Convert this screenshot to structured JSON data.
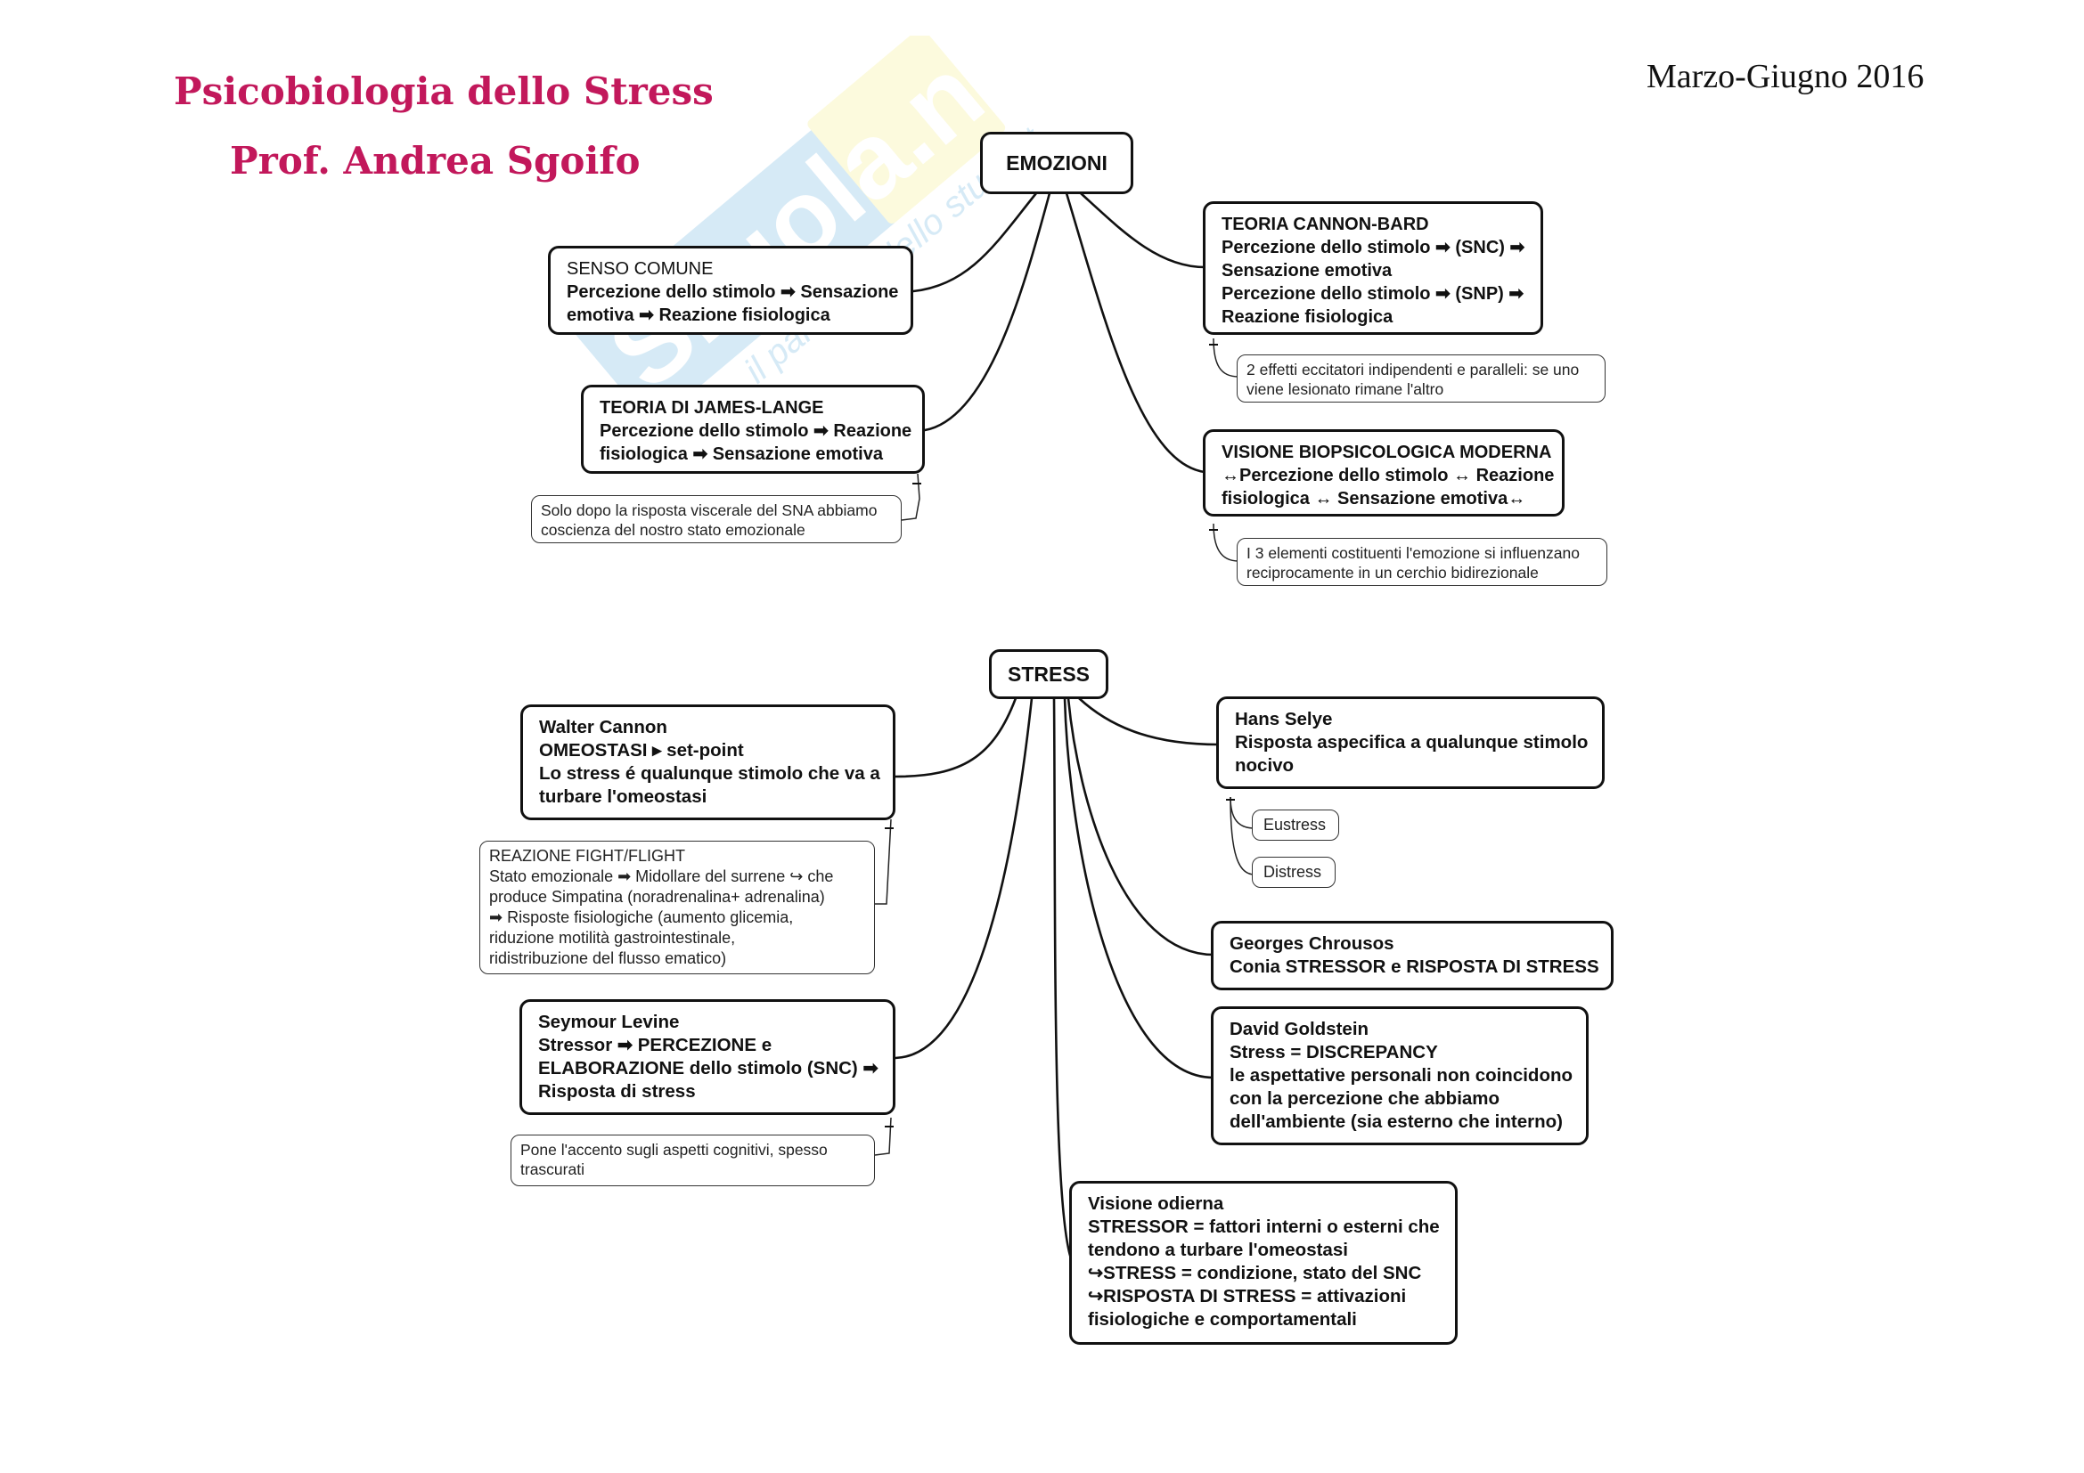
{
  "header": {
    "course_title": "Psicobiologia dello Stress",
    "professor": "Prof. Andrea Sgoifo",
    "period": "Marzo-Giugno 2016"
  },
  "watermark": {
    "brand": "Skuola.net",
    "tagline": "il paradiso dello studente",
    "colors": {
      "blue": "#4aa3d8",
      "yellow": "#f5e96a"
    }
  },
  "colors": {
    "title": "#c2185b",
    "border": "#111111",
    "text": "#111111"
  },
  "emozioni": {
    "root": "EMOZIONI",
    "nodes": [
      {
        "id": "senso-comune",
        "lines": [
          "SENSO COMUNE",
          "Percezione dello stimolo ➡ Sensazione",
          "emotiva ➡ Reazione fisiologica"
        ]
      },
      {
        "id": "james-lange",
        "lines": [
          "TEORIA DI JAMES-LANGE",
          "Percezione dello stimolo ➡ Reazione",
          "fisiologica ➡ Sensazione emotiva"
        ],
        "note": [
          "Solo dopo la risposta viscerale del SNA abbiamo",
          "coscienza del nostro stato emozionale"
        ]
      },
      {
        "id": "cannon-bard",
        "lines": [
          "TEORIA CANNON-BARD",
          "Percezione dello stimolo ➡ (SNC) ➡",
          "Sensazione emotiva",
          "Percezione dello stimolo ➡ (SNP) ➡",
          "Reazione fisiologica"
        ],
        "note": [
          "2 effetti eccitatori indipendenti e paralleli: se uno",
          "viene lesionato rimane l'altro"
        ]
      },
      {
        "id": "biopsicologica",
        "lines": [
          "VISIONE BIOPSICOLOGICA MODERNA",
          "↔Percezione dello stimolo ↔ Reazione",
          "fisiologica ↔ Sensazione emotiva↔"
        ],
        "note": [
          "I 3 elementi costituenti l'emozione si influenzano",
          "reciprocamente in un cerchio bidirezionale"
        ]
      }
    ]
  },
  "stress": {
    "root": "STRESS",
    "nodes": [
      {
        "id": "walter-cannon",
        "lines": [
          "Walter Cannon",
          "OMEOSTASI ▸ set-point",
          "Lo stress é qualunque stimolo che va a",
          "turbare l'omeostasi"
        ],
        "note": [
          "REAZIONE FIGHT/FLIGHT",
          "Stato emozionale ➡ Midollare del surrene ↪ che",
          "produce Simpatina (noradrenalina+ adrenalina)",
          "➡ Risposte fisiologiche (aumento glicemia,",
          "riduzione motilità gastrointestinale,",
          "ridistribuzione del flusso ematico)"
        ]
      },
      {
        "id": "seymour-levine",
        "lines": [
          "Seymour Levine",
          "Stressor ➡ PERCEZIONE e",
          "ELABORAZIONE dello stimolo (SNC) ➡",
          "Risposta di stress"
        ],
        "note": [
          "Pone l'accento sugli aspetti cognitivi, spesso",
          "trascurati"
        ]
      },
      {
        "id": "hans-selye",
        "lines": [
          "Hans Selye",
          "Risposta aspecifica a qualunque stimolo",
          "nocivo"
        ],
        "children": [
          "Eustress",
          "Distress"
        ]
      },
      {
        "id": "georges-chrousos",
        "lines": [
          "Georges Chrousos",
          "Conia STRESSOR e RISPOSTA DI STRESS"
        ]
      },
      {
        "id": "david-goldstein",
        "lines": [
          "David Goldstein",
          "Stress = DISCREPANCY",
          "le aspettative personali non coincidono",
          "con la percezione che abbiamo",
          "dell'ambiente (sia esterno che interno)"
        ]
      },
      {
        "id": "visione-odierna",
        "lines": [
          "Visione odierna",
          "STRESSOR = fattori interni o esterni che",
          "tendono a turbare l'omeostasi",
          "↪STRESS = condizione, stato del SNC",
          "↪RISPOSTA DI STRESS = attivazioni",
          "fisiologiche e comportamentali"
        ]
      }
    ]
  }
}
